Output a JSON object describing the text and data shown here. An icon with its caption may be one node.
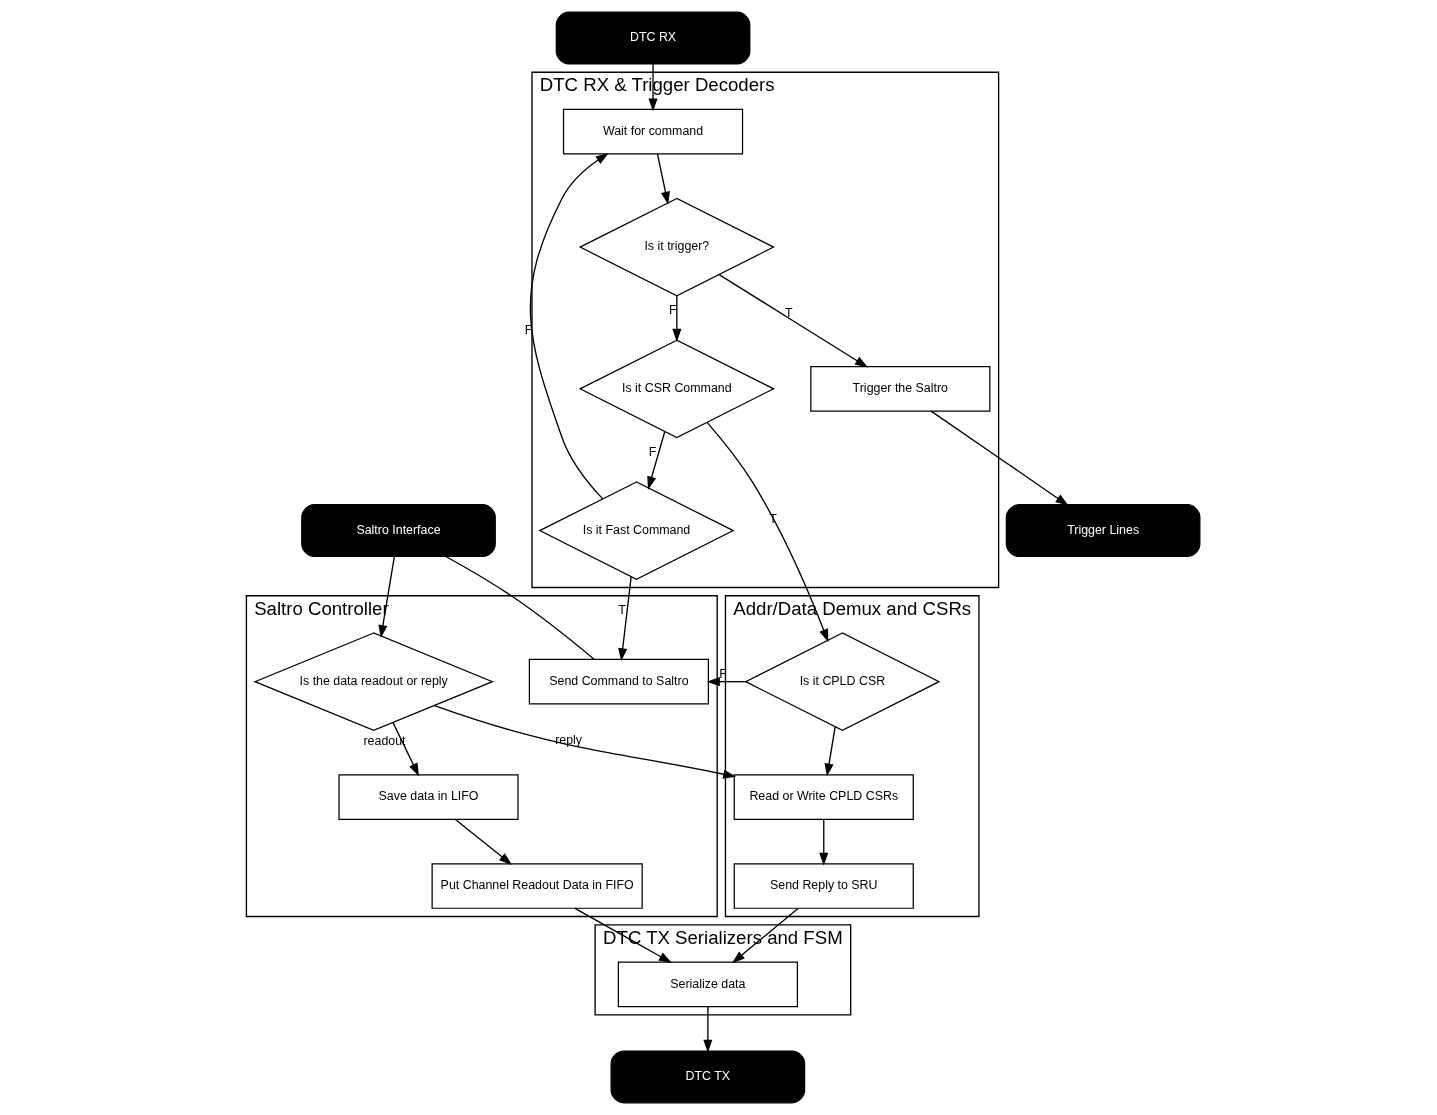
{
  "diagram": {
    "nodes": [
      {
        "text": [
          "DTC TX"
        ]
      },
      {
        "text": [
          "DTC RX"
        ]
      },
      {
        "text": [
          "DTC TX Serializers and FSM"
        ]
      },
      {
        "text": [
          "Serialize data"
        ],
        "in": 2
      },
      {
        "text": [
          "Addr/Data Demux and CSRs"
        ]
      },
      {
        "text": [
          "Is it CPLD CSR"
        ],
        "in": 4
      },
      {
        "text": [
          "Read or Write CPLD CSRs"
        ],
        "in": 4
      },
      {
        "text": [
          "Send Reply to SRU"
        ],
        "in": 4
      },
      {
        "text": [
          "DTC RX & Trigger Decoders"
        ]
      },
      {
        "text": [
          "Wait for command"
        ],
        "in": 8
      },
      {
        "text": [
          "Is it trigger?"
        ],
        "in": 8
      },
      {
        "text": [
          "Is it CSR Command"
        ],
        "in": 8
      },
      {
        "text": [
          "Is it Fast Command"
        ],
        "in": 8
      },
      {
        "text": [
          "Trigger the Saltro"
        ],
        "in": 8
      },
      {
        "text": [
          "Saltro Controller"
        ]
      },
      {
        "text": [
          "Put Channel Readout Data in FIFO"
        ],
        "in": 14
      },
      {
        "text": [
          "Save data in LIFO"
        ],
        "in": 14
      },
      {
        "text": [
          "Is the data readout or reply"
        ],
        "in": 14
      },
      {
        "text": [
          "Send Command to Saltro"
        ],
        "in": 14
      },
      {
        "text": [
          "Saltro Interface"
        ]
      },
      {
        "text": [
          "Trigger Lines"
        ]
      }
    ],
    "edges": [
      {
        "from": 3,
        "to": 0,
        "arrow": "to"
      },
      {
        "from": 1,
        "to": 9,
        "arrow": "to"
      },
      {
        "from": 9,
        "to": 10,
        "arrow": "to"
      },
      {
        "from": 10,
        "to": 11,
        "label": "F",
        "arrow": "to"
      },
      {
        "from": 10,
        "to": 13,
        "label": "T",
        "arrow": "to"
      },
      {
        "from": 11,
        "to": 5,
        "label": "T",
        "arrow": "to"
      },
      {
        "from": 11,
        "to": 12,
        "label": "F",
        "arrow": "to"
      },
      {
        "from": 12,
        "to": 18,
        "label": "T",
        "arrow": "to"
      },
      {
        "from": 12,
        "to": 9,
        "label": "F",
        "arrow": "to"
      },
      {
        "from": 5,
        "to": 6,
        "arrow": "to"
      },
      {
        "from": 5,
        "to": 18,
        "label": "F",
        "arrow": "to"
      },
      {
        "from": 6,
        "to": 7,
        "arrow": "to"
      },
      {
        "from": 7,
        "to": 3,
        "arrow": "to"
      },
      {
        "from": 17,
        "to": 6,
        "label": "reply",
        "arrow": "to"
      },
      {
        "from": 17,
        "to": 16,
        "label": "readout",
        "arrow": "to"
      },
      {
        "from": 16,
        "to": 15,
        "arrow": "to"
      },
      {
        "from": 15,
        "to": 3,
        "arrow": "to"
      },
      {
        "from": 19,
        "to": 17,
        "arrow": "to"
      },
      {
        "from": 18,
        "to": 19,
        "arrow": "none"
      },
      {
        "from": 13,
        "to": 20,
        "arrow": "to"
      }
    ]
  }
}
